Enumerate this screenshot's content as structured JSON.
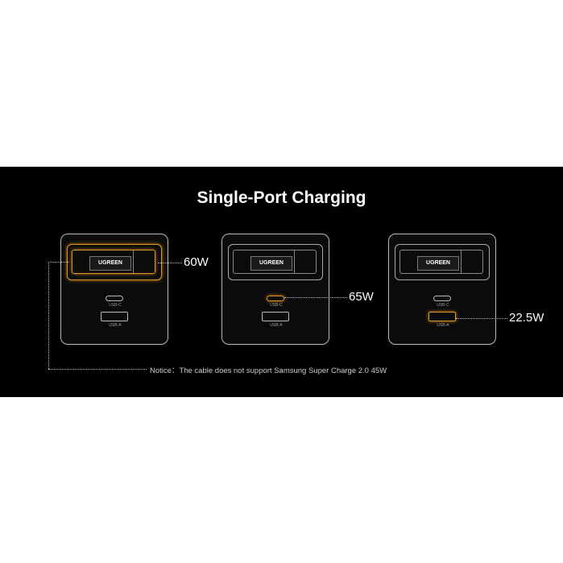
{
  "title": "Single-Port Charging",
  "devices": [
    {
      "brand": "UGREEN",
      "usbc": "USB-C",
      "usba": "USB-A",
      "active_port": "cable",
      "watt": "60W"
    },
    {
      "brand": "UGREEN",
      "usbc": "USB-C",
      "usba": "USB-A",
      "active_port": "usb-c",
      "watt": "65W"
    },
    {
      "brand": "UGREEN",
      "usbc": "USB-C",
      "usba": "USB-A",
      "active_port": "usb-a",
      "watt": "22.5W"
    }
  ],
  "notice": "Notice：The cable does not support Samsung Super Charge 2.0 45W",
  "colors": {
    "background": "#000000",
    "highlight": "#d9962a",
    "text": "#ffffff"
  }
}
